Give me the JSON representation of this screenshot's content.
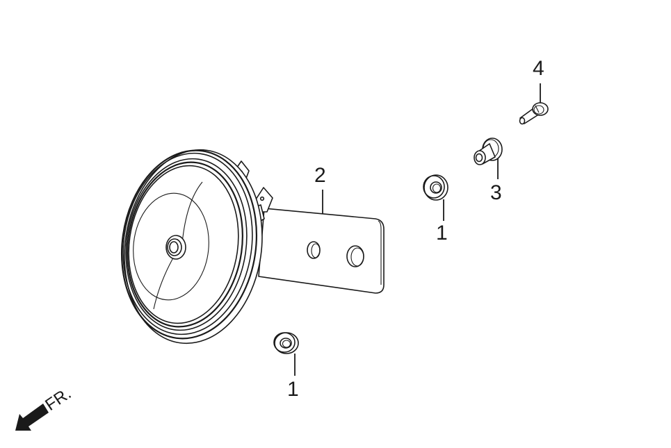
{
  "diagram": {
    "type": "exploded parts view",
    "subject": "horn assembly",
    "direction_indicator": {
      "label": "FR.",
      "icon": "front-direction-arrow-icon"
    },
    "callouts": [
      {
        "id": "callout-2",
        "number": "2",
        "part": "horn with mounting bracket"
      },
      {
        "id": "callout-1a",
        "number": "1",
        "part": "washer (upper right)"
      },
      {
        "id": "callout-3",
        "number": "3",
        "part": "collar / bushing"
      },
      {
        "id": "callout-4",
        "number": "4",
        "part": "flange bolt"
      },
      {
        "id": "callout-1b",
        "number": "1",
        "part": "washer (lower)"
      }
    ],
    "colors": {
      "line": "#1a1a1a",
      "background": "#ffffff"
    }
  }
}
